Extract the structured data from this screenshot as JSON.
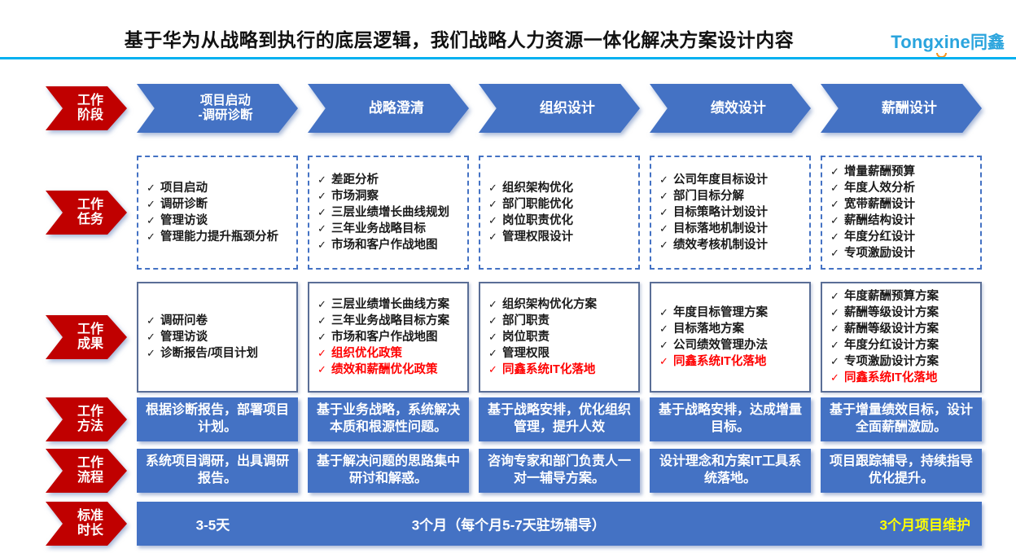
{
  "header": {
    "title": "基于华为从战略到执行的底层逻辑，我们战略人力资源一体化解决方案设计内容",
    "logo": {
      "latin": "Tongxine",
      "cjk": "同鑫"
    }
  },
  "row_labels": [
    {
      "line1": "工作",
      "line2": "阶段"
    },
    {
      "line1": "工作",
      "line2": "任务"
    },
    {
      "line1": "工作",
      "line2": "成果"
    },
    {
      "line1": "工作",
      "line2": "方法"
    },
    {
      "line1": "工作",
      "line2": "流程"
    },
    {
      "line1": "标准",
      "line2": "时长"
    }
  ],
  "columns": [
    {
      "stage_line1": "项目启动",
      "stage_line2": "-调研诊断",
      "tasks": [
        {
          "text": "项目启动"
        },
        {
          "text": "调研诊断"
        },
        {
          "text": "管理访谈"
        },
        {
          "text": "管理能力提升瓶颈分析"
        }
      ],
      "results": [
        {
          "text": "调研问卷"
        },
        {
          "text": "管理访谈"
        },
        {
          "text": "诊断报告/项目计划"
        }
      ],
      "method": "根据诊断报告，部署项目计划。",
      "flow": "系统项目调研，出具调研报告。"
    },
    {
      "stage_line1": "战略澄清",
      "stage_line2": "",
      "tasks": [
        {
          "text": "差距分析"
        },
        {
          "text": "市场洞察"
        },
        {
          "text": "三层业绩增长曲线规划"
        },
        {
          "text": "三年业务战略目标"
        },
        {
          "text": "市场和客户作战地图"
        }
      ],
      "results": [
        {
          "text": "三层业绩增长曲线方案"
        },
        {
          "text": "三年业务战略目标方案"
        },
        {
          "text": "市场和客户作战地图"
        },
        {
          "text": "组织优化政策",
          "red": true
        },
        {
          "text": "绩效和薪酬优化政策",
          "red": true
        }
      ],
      "method": "基于业务战略，系统解决本质和根源性问题。",
      "flow": "基于解决问题的思路集中研讨和解惑。"
    },
    {
      "stage_line1": "组织设计",
      "stage_line2": "",
      "tasks": [
        {
          "text": "组织架构优化"
        },
        {
          "text": "部门职能优化"
        },
        {
          "text": "岗位职责优化"
        },
        {
          "text": "管理权限设计"
        }
      ],
      "results": [
        {
          "text": "组织架构优化方案"
        },
        {
          "text": "部门职责"
        },
        {
          "text": "岗位职责"
        },
        {
          "text": "管理权限"
        },
        {
          "text": "同鑫系统IT化落地",
          "red": true
        }
      ],
      "method": "基于战略安排，优化组织管理，提升人效",
      "flow": "咨询专家和部门负责人一对一辅导方案。"
    },
    {
      "stage_line1": "绩效设计",
      "stage_line2": "",
      "tasks": [
        {
          "text": "公司年度目标设计"
        },
        {
          "text": "部门目标分解"
        },
        {
          "text": "目标策略计划设计"
        },
        {
          "text": "目标落地机制设计"
        },
        {
          "text": "绩效考核机制设计"
        }
      ],
      "results": [
        {
          "text": "年度目标管理方案"
        },
        {
          "text": "目标落地方案"
        },
        {
          "text": "公司绩效管理办法"
        },
        {
          "text": "同鑫系统IT化落地",
          "red": true
        }
      ],
      "method": "基于战略安排，达成增量目标。",
      "flow": "设计理念和方案IT工具系统落地。"
    },
    {
      "stage_line1": "薪酬设计",
      "stage_line2": "",
      "tasks": [
        {
          "text": "增量薪酬预算"
        },
        {
          "text": "年度人效分析"
        },
        {
          "text": "宽带薪酬设计"
        },
        {
          "text": "薪酬结构设计"
        },
        {
          "text": "年度分红设计"
        },
        {
          "text": "专项激励设计"
        }
      ],
      "results": [
        {
          "text": "年度薪酬预算方案"
        },
        {
          "text": "薪酬等级设计方案"
        },
        {
          "text": "薪酬等级设计方案"
        },
        {
          "text": "年度分红设计方案"
        },
        {
          "text": "专项激励设计方案"
        },
        {
          "text": "同鑫系统IT化落地",
          "red": true
        }
      ],
      "method": "基于增量绩效目标，设计全面薪酬激励。",
      "flow": "项目跟踪辅导，持续指导优化提升。"
    }
  ],
  "duration": {
    "phase1": "3-5天",
    "phase2": "3个月（每个月5-7天驻场辅导）",
    "phase3": "3个月项目维护"
  },
  "colors": {
    "stage_blue": "#4472C4",
    "label_red": "#C00000",
    "highlight_red": "#FF0000",
    "bar_yellow": "#FFFF00",
    "header_rule_blue": "#00B0F0",
    "logo_blue": "#2AA4DD",
    "logo_orange": "#F7941D"
  }
}
